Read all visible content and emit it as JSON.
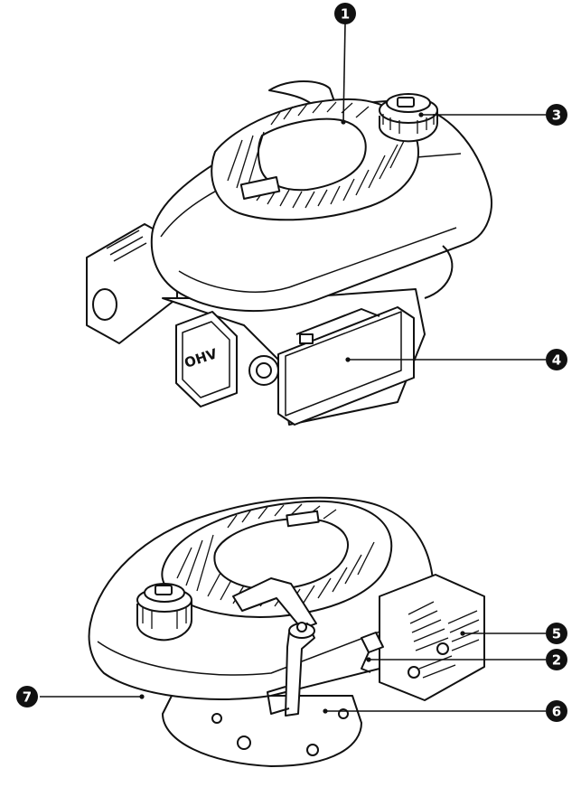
{
  "engine_top_view": {
    "ohv_label": "OHV"
  },
  "callouts": [
    {
      "number": "1"
    },
    {
      "number": "3"
    },
    {
      "number": "4"
    },
    {
      "number": "5"
    },
    {
      "number": "2"
    },
    {
      "number": "7"
    },
    {
      "number": "6"
    }
  ],
  "colors": {
    "line": "#111111",
    "background": "#ffffff",
    "badge_fill": "#111111",
    "badge_text": "#ffffff"
  }
}
